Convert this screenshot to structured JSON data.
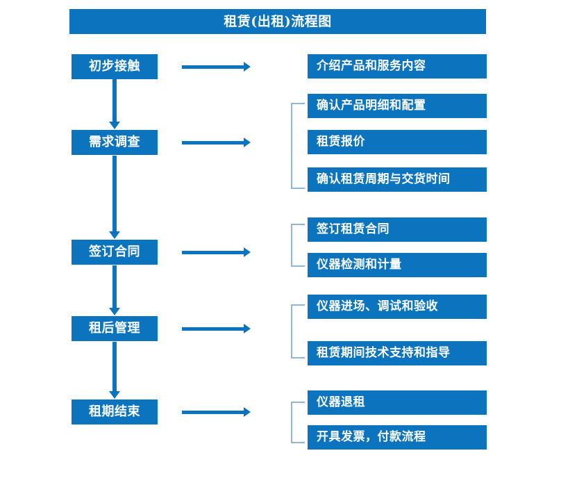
{
  "diagram": {
    "title": "租赁(出租)流程图",
    "colors": {
      "box_fill": "#0c74bf",
      "box_text": "#ffffff",
      "connector": "#0c74bf",
      "bracket": "#8fb6d6",
      "background": "#ffffff"
    },
    "stages": [
      {
        "id": "stage-1",
        "label": "初步接触",
        "details": [
          "介绍产品和服务内容"
        ],
        "bracketed": false
      },
      {
        "id": "stage-2",
        "label": "需求调查",
        "details": [
          "确认产品明细和配置",
          "租赁报价",
          "确认租赁周期与交货时间"
        ],
        "bracketed": true
      },
      {
        "id": "stage-3",
        "label": "签订合同",
        "details": [
          "签订租赁合同",
          "仪器检测和计量"
        ],
        "bracketed": true
      },
      {
        "id": "stage-4",
        "label": "租后管理",
        "details": [
          "仪器进场、调试和验收",
          "租赁期间技术支持和指导"
        ],
        "bracketed": true
      },
      {
        "id": "stage-5",
        "label": "租期结束",
        "details": [
          "仪器退租",
          "开具发票，付款流程"
        ],
        "bracketed": true
      }
    ],
    "details_flat": [
      "介绍产品和服务内容",
      "确认产品明细和配置",
      "租赁报价",
      "确认租赁周期与交货时间",
      "签订租赁合同",
      "仪器检测和计量",
      "仪器进场、调试和验收",
      "租赁期间技术支持和指导",
      "仪器退租",
      "开具发票，付款流程"
    ]
  }
}
